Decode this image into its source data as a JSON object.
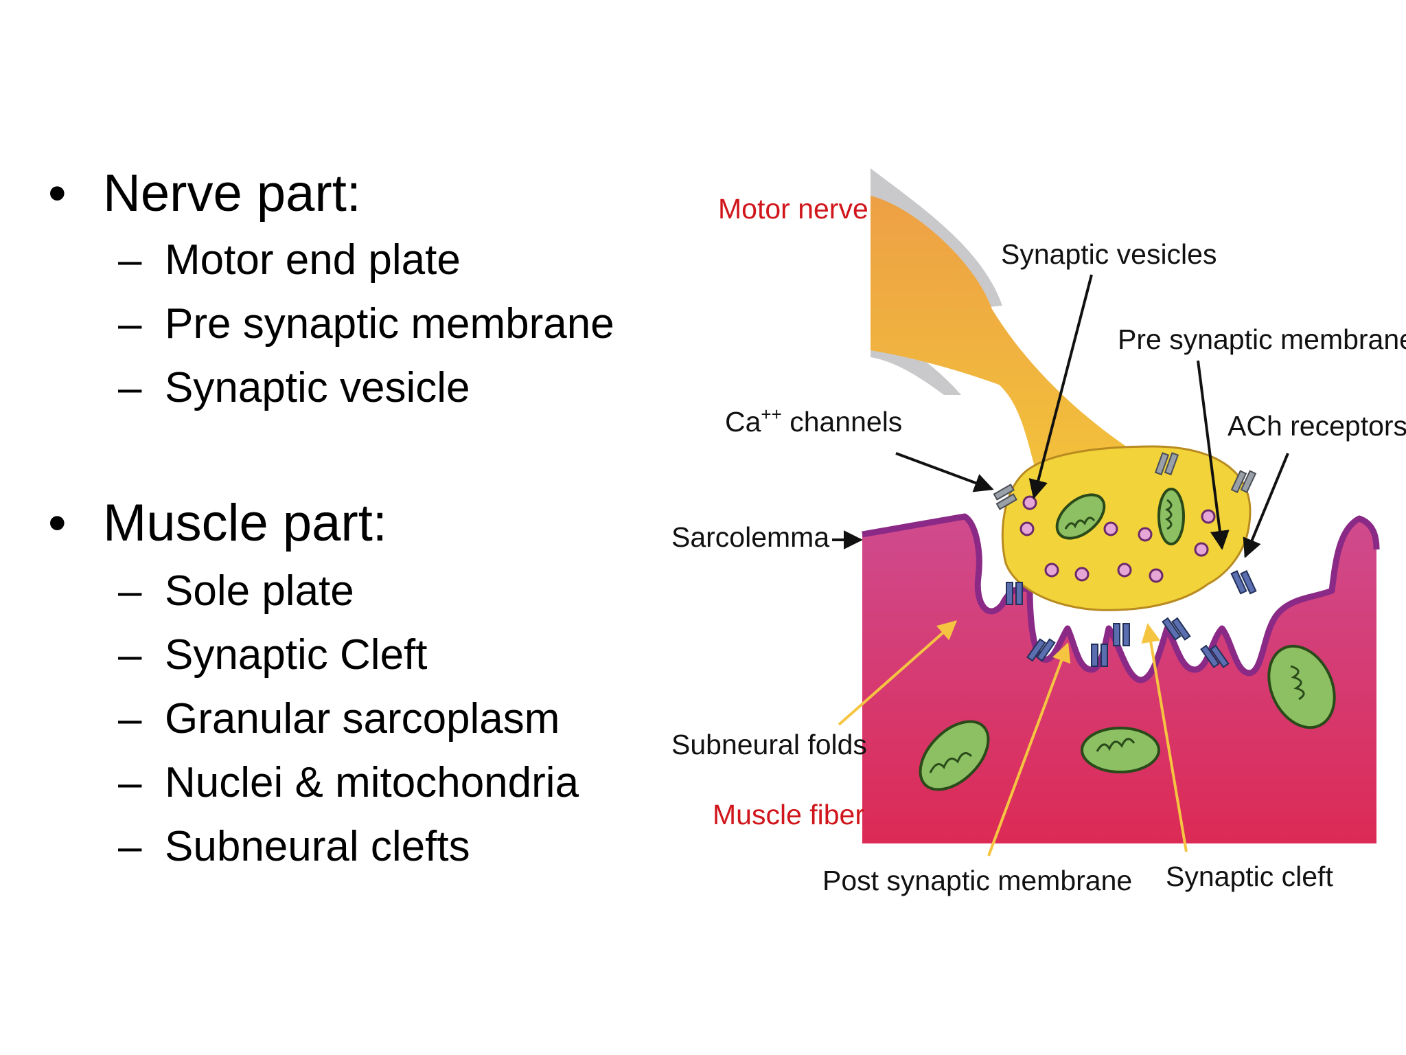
{
  "nerve": {
    "heading": "Nerve part:",
    "items": [
      "Motor end plate",
      "Pre synaptic membrane",
      "Synaptic vesicle"
    ]
  },
  "muscle": {
    "heading": "Muscle part:",
    "items": [
      "Sole plate",
      "Synaptic Cleft",
      "Granular sarcoplasm",
      "Nuclei & mitochondria",
      "Subneural clefts"
    ]
  },
  "bullet_symbol": "•",
  "dash_symbol": "–",
  "diagram": {
    "labels": {
      "motor_nerve": "Motor nerve",
      "synaptic_vesicles": "Synaptic vesicles",
      "pre_synaptic_membrane": "Pre synaptic membrane",
      "ca_channels_prefix": "Ca",
      "ca_channels_sup": "++",
      "ca_channels_suffix": " channels",
      "ach_receptors": "ACh receptors",
      "sarcolemma": "Sarcolemma",
      "subneural_folds": "Subneural folds",
      "muscle_fiber": "Muscle fiber",
      "post_synaptic_membrane": "Post synaptic membrane",
      "synaptic_cleft": "Synaptic cleft"
    },
    "colors": {
      "nerve": "#f0b43c",
      "terminal": "#f2d43a",
      "myelin": "#c9c9cc",
      "muscle": "#d63a7a",
      "sarcolemma": "#8a2a86",
      "mitochondria": "#8cc063",
      "vesicle": "#e6a6d6",
      "receptor": "#5b6fb0",
      "label_red": "#d0151b",
      "pointer_yellow": "#f5c542"
    }
  }
}
